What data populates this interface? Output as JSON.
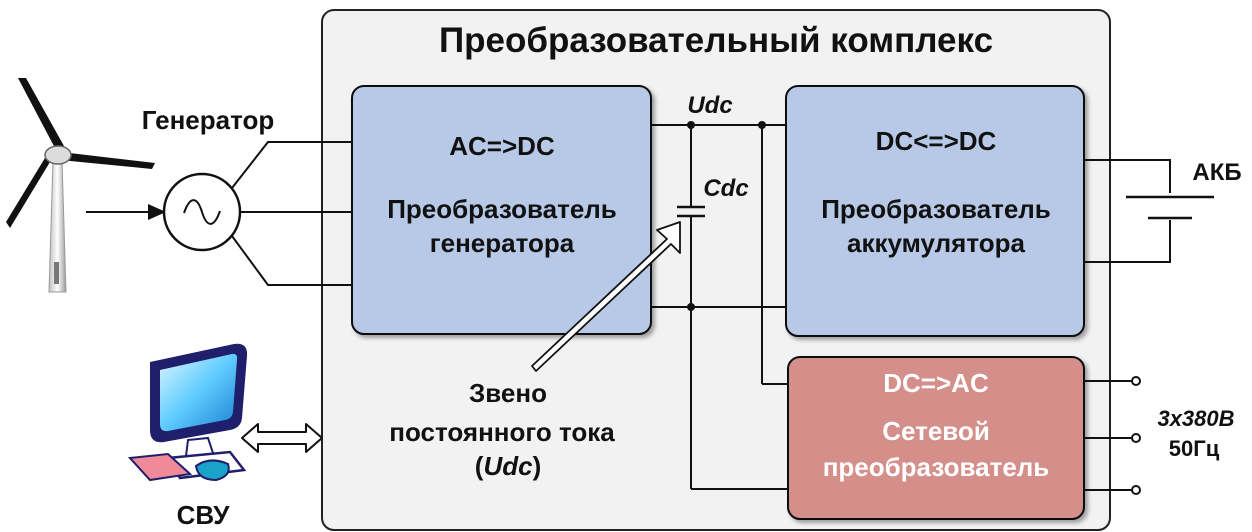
{
  "title": "Преобразовательный комплекс",
  "generator_label": "Генератор",
  "svu_label": "СВУ",
  "akb_label": "АКБ",
  "udc_label": "Udc",
  "cdc_label": "Cdc",
  "gen_converter": {
    "mode": "AC=>DC",
    "line1": "Преобразователь",
    "line2": "генератора"
  },
  "bat_converter": {
    "mode": "DC<=>DC",
    "line1": "Преобразователь",
    "line2": "аккумулятора"
  },
  "grid_converter": {
    "mode": "DC=>AC",
    "line1": "Сетевой",
    "line2": "преобразователь"
  },
  "dc_link": {
    "line1": "Звено",
    "line2": "постоянного тока",
    "paren_open": "(",
    "symbol": "Udc",
    "paren_close": ")"
  },
  "output": {
    "voltage": "3x380В",
    "frequency": "50Гц"
  },
  "colors": {
    "gen_block": "#b7c9e6",
    "bat_block": "#b7c9e6",
    "grid_block": "#d48f8a",
    "frame": "#f2f2f2"
  },
  "icons": [
    "wind-turbine-icon",
    "ac-source-icon",
    "computer-icon",
    "battery-icon"
  ]
}
